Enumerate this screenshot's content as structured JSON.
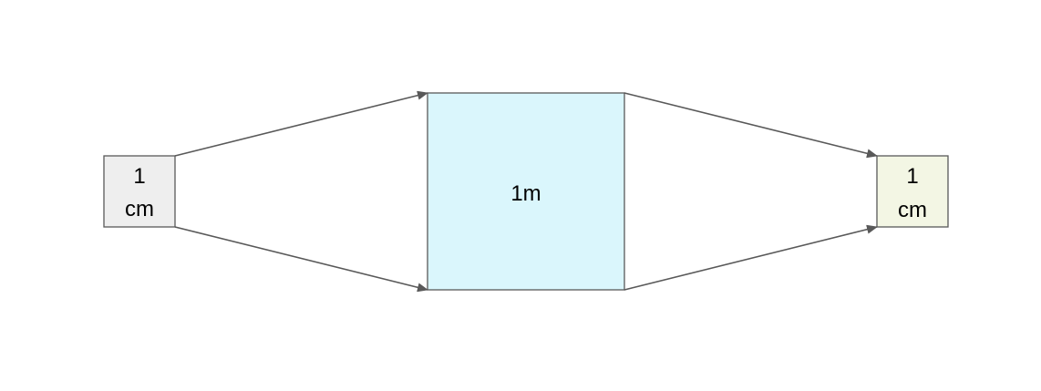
{
  "diagram": {
    "left_box": {
      "line1": "1",
      "line2": "cm",
      "fill": "#eeeeee"
    },
    "center_box": {
      "label": "1m",
      "fill": "#daf6fc"
    },
    "right_box": {
      "line1": "1",
      "line2": "cm",
      "fill": "#f3f6e4"
    },
    "stroke_color": "#595959"
  }
}
